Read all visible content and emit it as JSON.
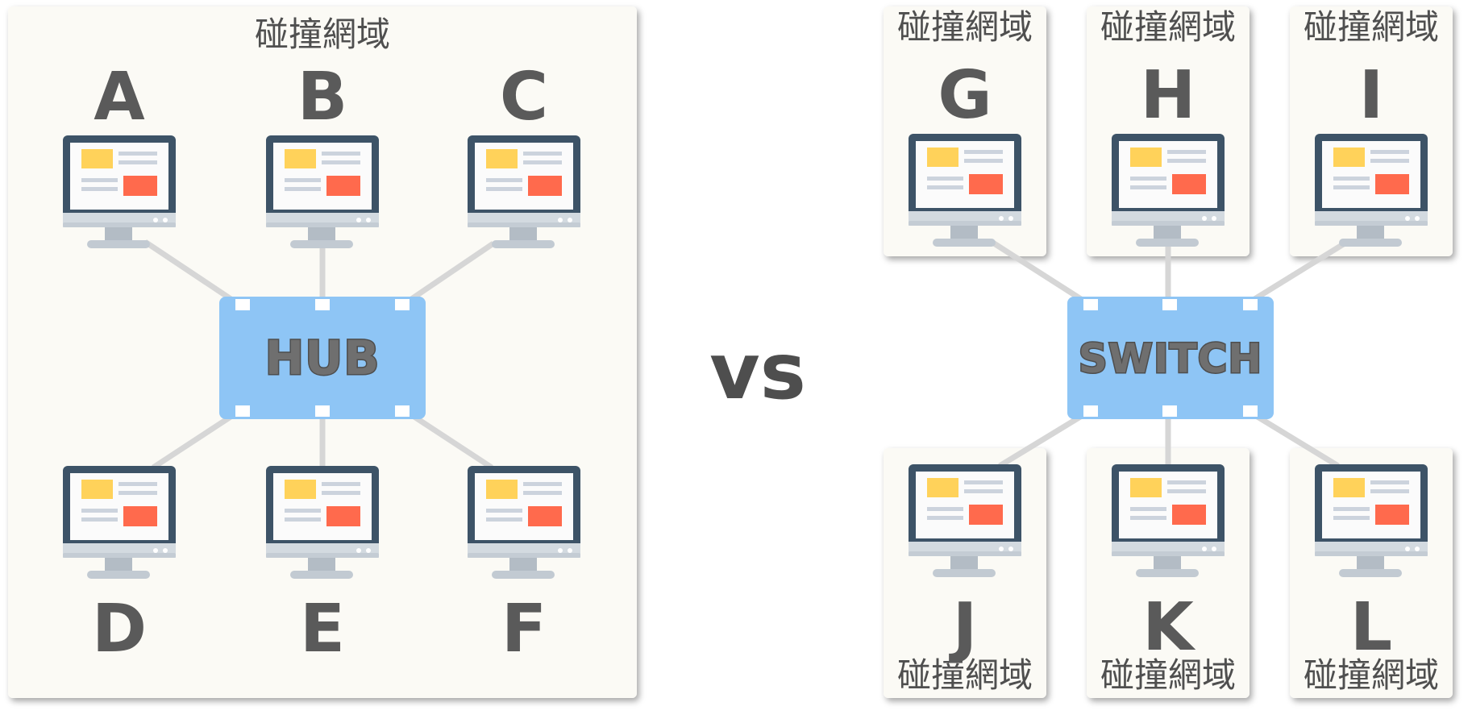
{
  "vs_text": "vs",
  "colors": {
    "panel": "#fbfaf5",
    "network_device": "#8ec5f5",
    "cable": "#d6d6d6",
    "monitor_frame": "#3d5367",
    "monitor_yellow": "#ffd25a",
    "monitor_red": "#ff6a4d",
    "text_dark": "#555555"
  },
  "hub_side": {
    "collision_domain_label": "碰撞網域",
    "device_label": "HUB",
    "computers_top": [
      "A",
      "B",
      "C"
    ],
    "computers_bottom": [
      "D",
      "E",
      "F"
    ]
  },
  "switch_side": {
    "device_label": "SWITCH",
    "computers_top": [
      {
        "letter": "G",
        "domain_label": "碰撞網域"
      },
      {
        "letter": "H",
        "domain_label": "碰撞網域"
      },
      {
        "letter": "I",
        "domain_label": "碰撞網域"
      }
    ],
    "computers_bottom": [
      {
        "letter": "J",
        "domain_label": "碰撞網域"
      },
      {
        "letter": "K",
        "domain_label": "碰撞網域"
      },
      {
        "letter": "L",
        "domain_label": "碰撞網域"
      }
    ]
  }
}
